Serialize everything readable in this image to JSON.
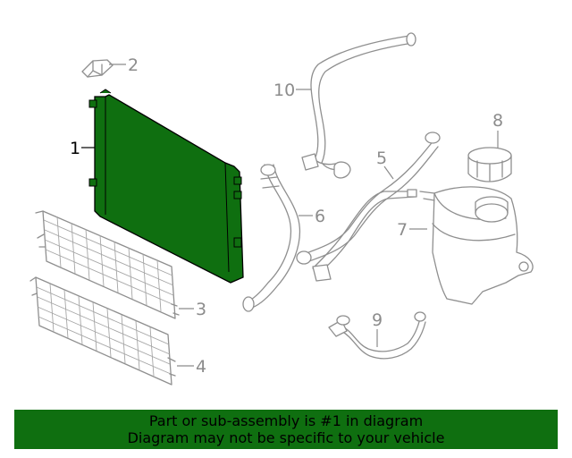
{
  "callouts": [
    {
      "number": "1",
      "active": true
    },
    {
      "number": "2",
      "active": false
    },
    {
      "number": "3",
      "active": false
    },
    {
      "number": "4",
      "active": false
    },
    {
      "number": "5",
      "active": false
    },
    {
      "number": "6",
      "active": false
    },
    {
      "number": "7",
      "active": false
    },
    {
      "number": "8",
      "active": false
    },
    {
      "number": "9",
      "active": false
    },
    {
      "number": "10",
      "active": false
    }
  ],
  "banner": {
    "line1": "Part or sub-assembly is #1 in diagram",
    "line2": "Diagram may not be specific to your vehicle"
  },
  "colors": {
    "highlight": "#0f6f10",
    "line": "#8f8f8f",
    "callout_active": "#000000"
  }
}
